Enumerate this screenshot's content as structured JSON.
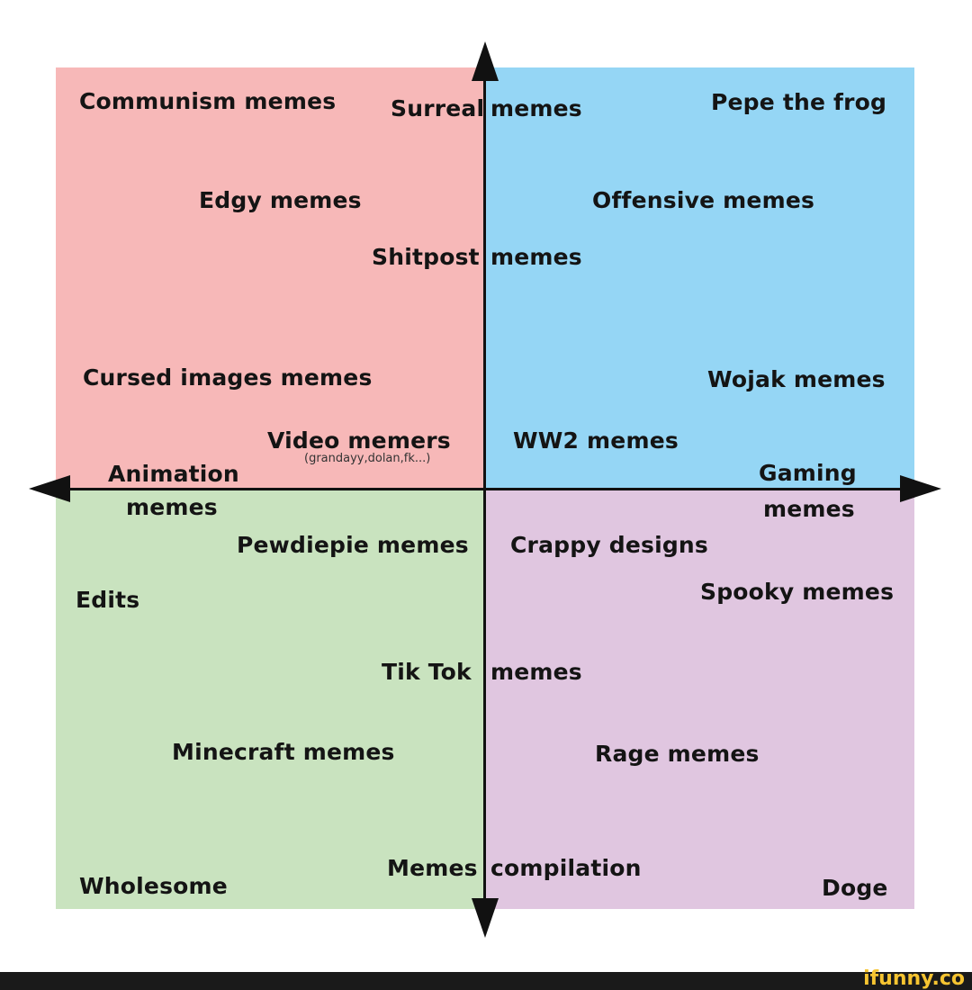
{
  "colors": {
    "top_left": "#f7b8b8",
    "top_right": "#95d6f5",
    "bottom_left": "#c9e3bf",
    "bottom_right": "#e0c6e0",
    "axis": "#111111",
    "text": "#141414",
    "footer_bg": "#1a1a1a",
    "logo": "#f6c431"
  },
  "axes": {
    "left_label": [
      "Animation",
      "memes"
    ],
    "right_label": [
      "Gaming",
      "memes"
    ],
    "top_arrow": "arrow-up-icon",
    "bottom_arrow": "arrow-down-icon"
  },
  "labels": {
    "communism": "Communism memes",
    "surreal_left": "Surreal",
    "surreal_right": "memes",
    "pepe": "Pepe the frog",
    "edgy": "Edgy memes",
    "offensive": "Offensive memes",
    "shitpost_left": "Shitpost",
    "shitpost_right": "memes",
    "cursed": "Cursed images memes",
    "wojak": "Wojak memes",
    "video": "Video memers",
    "video_sub": "(grandayy,dolan,fk...)",
    "ww2": "WW2 memes",
    "animation_1": "Animation",
    "animation_2": "memes",
    "gaming_1": "Gaming",
    "gaming_2": "memes",
    "pewdiepie": "Pewdiepie memes",
    "crappy": "Crappy designs",
    "edits": "Edits",
    "spooky": "Spooky memes",
    "tiktok_left": "Tik Tok",
    "tiktok_right": "memes",
    "minecraft": "Minecraft memes",
    "rage": "Rage memes",
    "compilation_left": "Memes",
    "compilation_right": "compilation",
    "wholesome": "Wholesome",
    "doge": "Doge"
  },
  "chart_data": {
    "type": "scatter",
    "title": "",
    "quadrants": [
      "top-left (red)",
      "top-right (blue)",
      "bottom-left (green)",
      "bottom-right (purple)"
    ],
    "x_axis": {
      "left": "Animation memes",
      "right": "Gaming memes"
    },
    "y_axis": {
      "top": "",
      "bottom": ""
    },
    "points": [
      {
        "label": "Communism memes",
        "quadrant": "top-left"
      },
      {
        "label": "Surreal memes",
        "quadrant": "top-center"
      },
      {
        "label": "Pepe the frog",
        "quadrant": "top-right"
      },
      {
        "label": "Edgy memes",
        "quadrant": "top-left"
      },
      {
        "label": "Offensive memes",
        "quadrant": "top-right"
      },
      {
        "label": "Shitpost memes",
        "quadrant": "top-center"
      },
      {
        "label": "Cursed images memes",
        "quadrant": "top-left"
      },
      {
        "label": "Wojak memes",
        "quadrant": "top-right"
      },
      {
        "label": "Video memers (grandayy,dolan,fk...)",
        "quadrant": "top-left"
      },
      {
        "label": "WW2 memes",
        "quadrant": "top-right"
      },
      {
        "label": "Pewdiepie memes",
        "quadrant": "bottom-left"
      },
      {
        "label": "Crappy designs",
        "quadrant": "bottom-right"
      },
      {
        "label": "Edits",
        "quadrant": "bottom-left"
      },
      {
        "label": "Spooky memes",
        "quadrant": "bottom-right"
      },
      {
        "label": "Tik Tok memes",
        "quadrant": "bottom-center"
      },
      {
        "label": "Minecraft memes",
        "quadrant": "bottom-left"
      },
      {
        "label": "Rage memes",
        "quadrant": "bottom-right"
      },
      {
        "label": "Memes compilation",
        "quadrant": "bottom-center"
      },
      {
        "label": "Wholesome",
        "quadrant": "bottom-left"
      },
      {
        "label": "Doge",
        "quadrant": "bottom-right"
      }
    ]
  },
  "footer": {
    "logo_text": "ifunny.co",
    "logo_icon": "smiley-icon"
  }
}
